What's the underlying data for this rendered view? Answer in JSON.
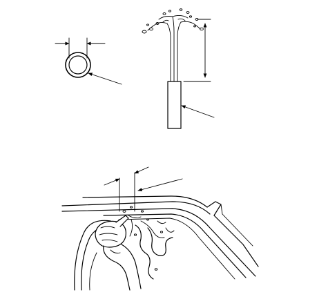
{
  "figure": {
    "background": "#ffffff",
    "line_color": "#000000",
    "panels": [
      {
        "id": "nozzle-cross-section",
        "labels": []
      },
      {
        "id": "water-spray-height",
        "labels": []
      },
      {
        "id": "window-seal-spray-test",
        "labels": []
      }
    ]
  }
}
